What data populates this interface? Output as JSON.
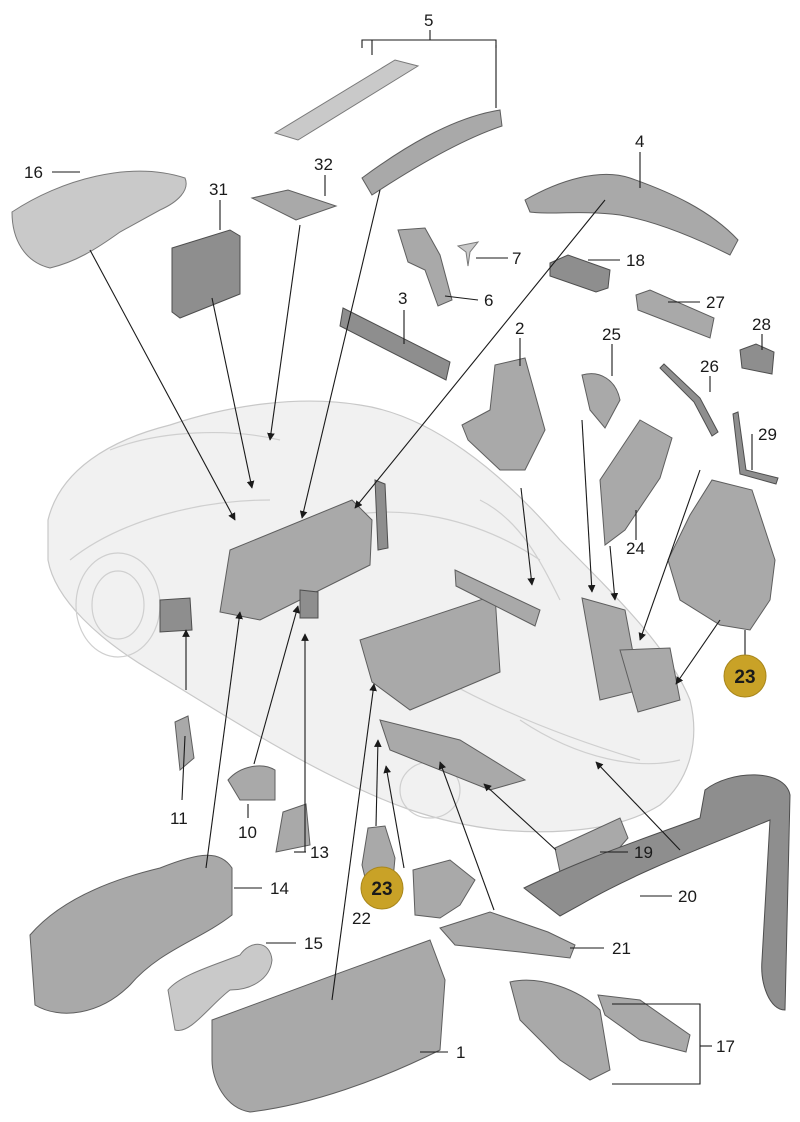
{
  "callouts": {
    "c1": "1",
    "c2": "2",
    "c3": "3",
    "c4": "4",
    "c5": "5",
    "c6": "6",
    "c7": "7",
    "c10": "10",
    "c11": "11",
    "c13": "13",
    "c14": "14",
    "c15": "15",
    "c16": "16",
    "c17": "17",
    "c18": "18",
    "c19": "19",
    "c20": "20",
    "c21": "21",
    "c22": "22",
    "c24": "24",
    "c25": "25",
    "c26": "26",
    "c27": "27",
    "c28": "28",
    "c29": "29",
    "c31": "31",
    "c32": "32"
  },
  "badges": {
    "b1": "23",
    "b2": "23"
  },
  "colors": {
    "badge": "#c9a227",
    "part": "#a9a9a9",
    "car": "#f1f1f1",
    "leader": "#1a1a1a"
  }
}
